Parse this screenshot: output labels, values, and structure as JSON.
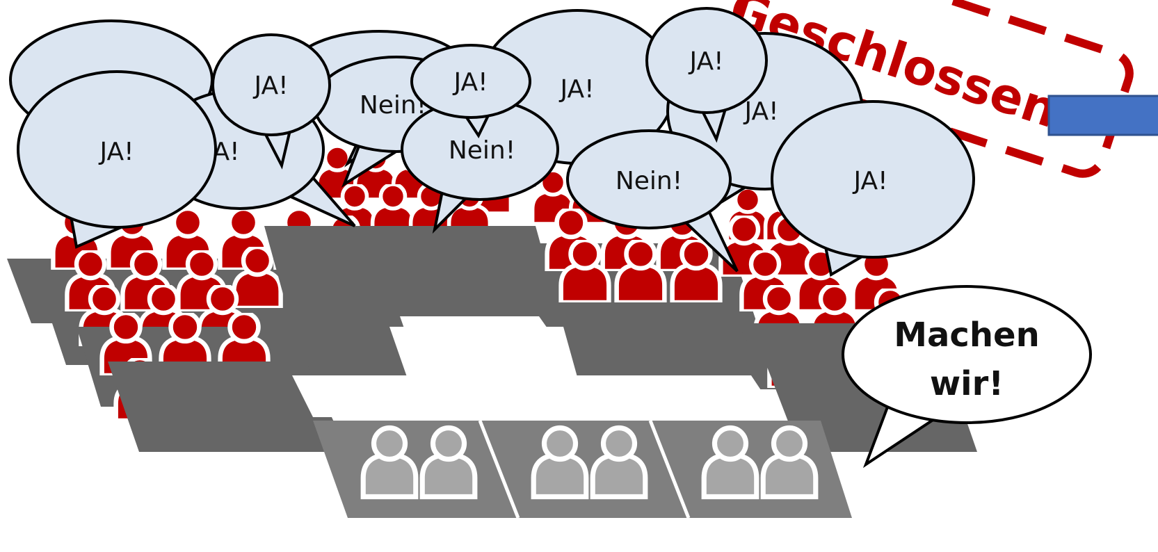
{
  "colors": {
    "background": "#ffffff",
    "bench": "#666666",
    "bench_front": "#7f7f7f",
    "crowd_red": "#c00000",
    "crowd_grey": "#a6a6a6",
    "bubble_fill": "#dbe5f1",
    "bubble_stroke": "#000000",
    "stamp_red": "#c00000",
    "arrow_blue": "#4472c4"
  },
  "icons": {
    "people_red": "person-icon",
    "people_grey": "person-icon",
    "arrow": "arrow-icon"
  },
  "stamp": {
    "text": "Geschlossen"
  },
  "bubbles": [
    {
      "text": ""
    },
    {
      "text": ""
    },
    {
      "text": "A!"
    },
    {
      "text": "Nein!"
    },
    {
      "text": "JA!"
    },
    {
      "text": "JA!"
    },
    {
      "text": "JA!"
    },
    {
      "text": "JA!"
    },
    {
      "text": "Nein!"
    },
    {
      "text": "JA!"
    },
    {
      "text": "JA!"
    },
    {
      "text": "Nein!"
    },
    {
      "text": "JA!"
    }
  ],
  "response_bubble": {
    "line1": "Machen",
    "line2": "wir!"
  }
}
